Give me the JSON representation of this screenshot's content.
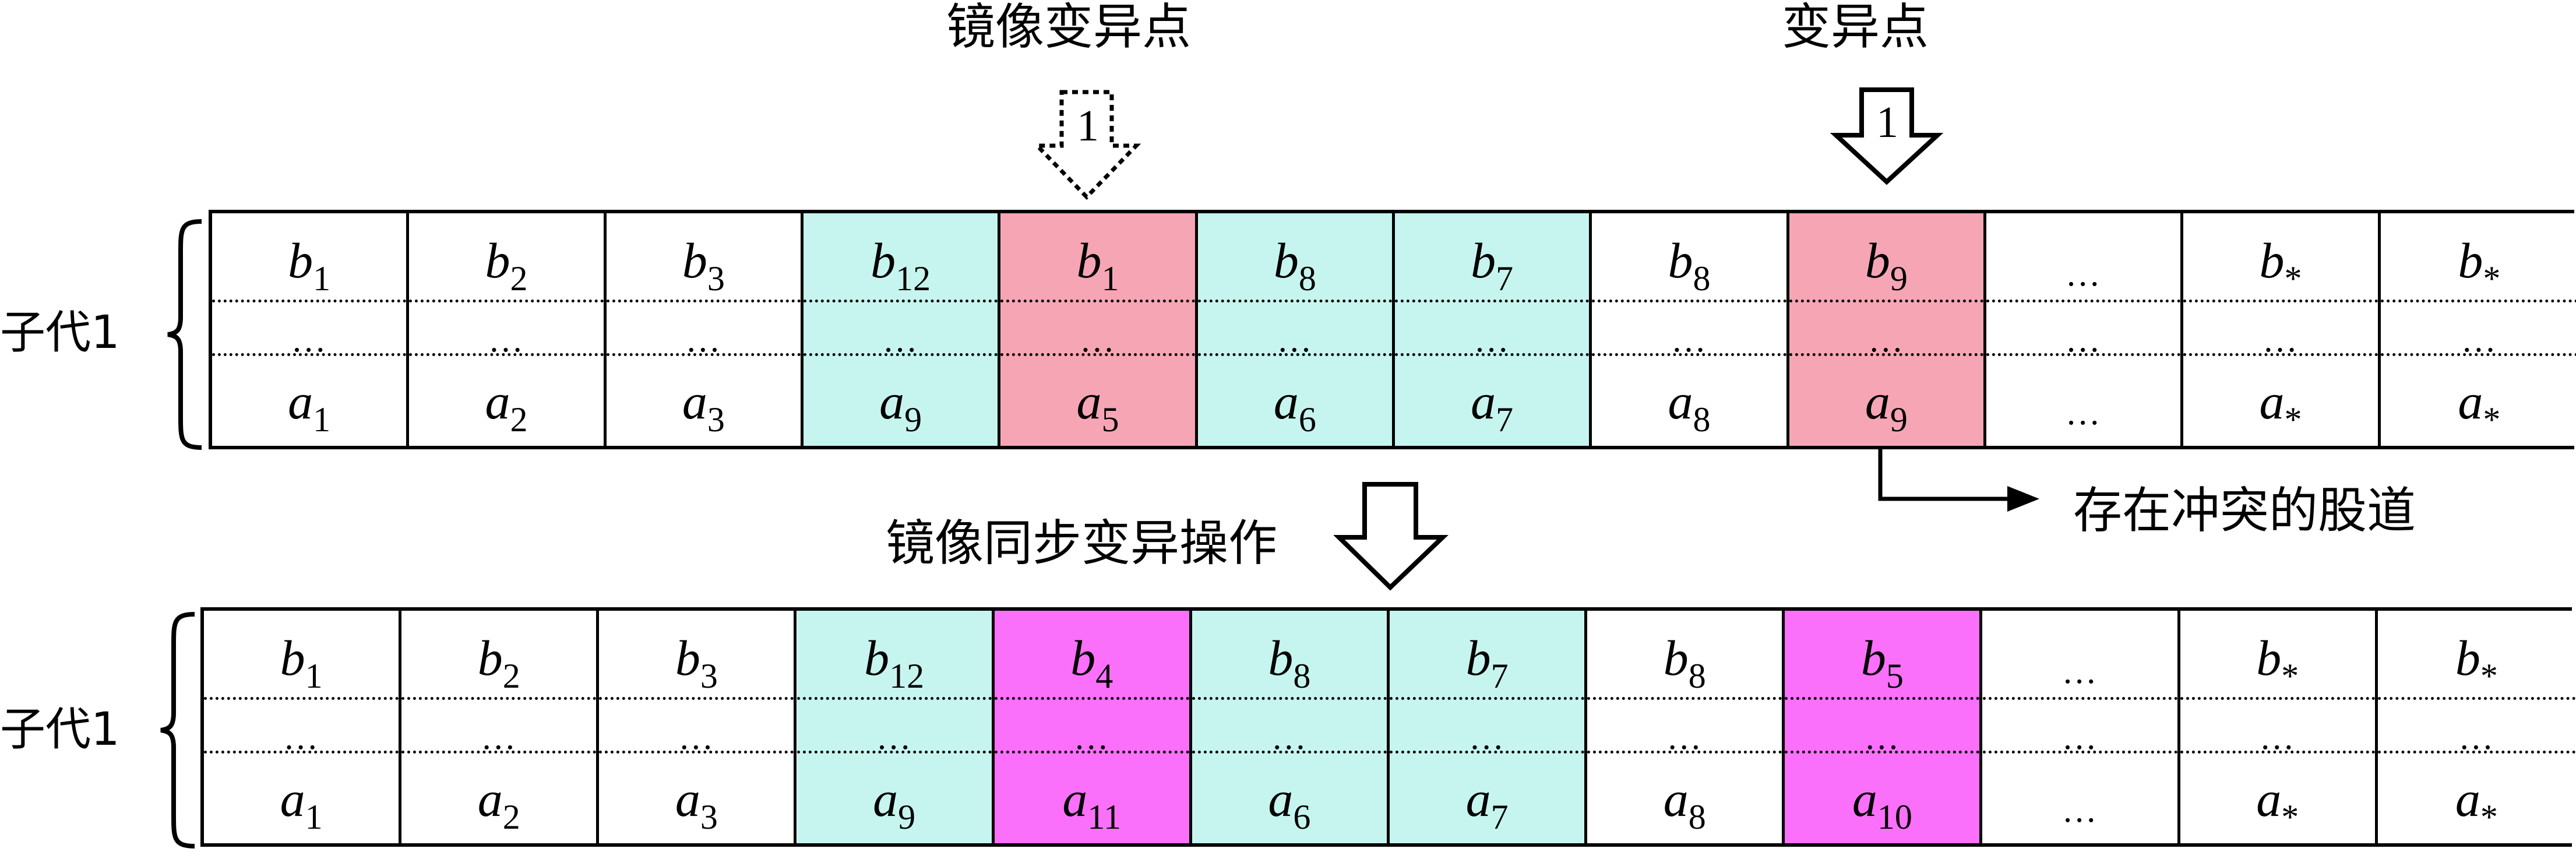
{
  "colors": {
    "teal": "#c6f5ef",
    "pink": "#f6a5b4",
    "magenta": "#fa70fa",
    "white": "#ffffff",
    "line": "#000000"
  },
  "labels": {
    "mirror_point": "镜像变异点",
    "mutation_point": "变异点",
    "mirror_marker": "1",
    "mutation_marker": "1",
    "conflict": "存在冲突的股道",
    "operation": "镜像同步变异操作",
    "child_top": "子代1",
    "child_bottom": "子代1"
  },
  "rows": [
    {
      "name": "child-top",
      "cells": [
        {
          "b": "b",
          "bs": "1",
          "a": "a",
          "as": "1",
          "fill": "white"
        },
        {
          "b": "b",
          "bs": "2",
          "a": "a",
          "as": "2",
          "fill": "white"
        },
        {
          "b": "b",
          "bs": "3",
          "a": "a",
          "as": "3",
          "fill": "white"
        },
        {
          "b": "b",
          "bs": "12",
          "a": "a",
          "as": "9",
          "fill": "teal"
        },
        {
          "b": "b",
          "bs": "1",
          "a": "a",
          "as": "5",
          "fill": "pink"
        },
        {
          "b": "b",
          "bs": "8",
          "a": "a",
          "as": "6",
          "fill": "teal"
        },
        {
          "b": "b",
          "bs": "7",
          "a": "a",
          "as": "7",
          "fill": "teal"
        },
        {
          "b": "b",
          "bs": "8",
          "a": "a",
          "as": "8",
          "fill": "white"
        },
        {
          "b": "b",
          "bs": "9",
          "a": "a",
          "as": "9",
          "fill": "pink"
        },
        {
          "b": "…",
          "bs": "",
          "a": "…",
          "as": "",
          "fill": "white"
        },
        {
          "b": "b",
          "bs": "*",
          "a": "a",
          "as": "*",
          "fill": "white"
        },
        {
          "b": "b",
          "bs": "*",
          "a": "a",
          "as": "*",
          "fill": "white"
        }
      ]
    },
    {
      "name": "child-bottom",
      "cells": [
        {
          "b": "b",
          "bs": "1",
          "a": "a",
          "as": "1",
          "fill": "white"
        },
        {
          "b": "b",
          "bs": "2",
          "a": "a",
          "as": "2",
          "fill": "white"
        },
        {
          "b": "b",
          "bs": "3",
          "a": "a",
          "as": "3",
          "fill": "white"
        },
        {
          "b": "b",
          "bs": "12",
          "a": "a",
          "as": "9",
          "fill": "teal"
        },
        {
          "b": "b",
          "bs": "4",
          "a": "a",
          "as": "11",
          "fill": "magenta"
        },
        {
          "b": "b",
          "bs": "8",
          "a": "a",
          "as": "6",
          "fill": "teal"
        },
        {
          "b": "b",
          "bs": "7",
          "a": "a",
          "as": "7",
          "fill": "teal"
        },
        {
          "b": "b",
          "bs": "8",
          "a": "a",
          "as": "8",
          "fill": "white"
        },
        {
          "b": "b",
          "bs": "5",
          "a": "a",
          "as": "10",
          "fill": "magenta"
        },
        {
          "b": "…",
          "bs": "",
          "a": "…",
          "as": "",
          "fill": "white"
        },
        {
          "b": "b",
          "bs": "*",
          "a": "a",
          "as": "*",
          "fill": "white"
        },
        {
          "b": "b",
          "bs": "*",
          "a": "a",
          "as": "*",
          "fill": "white"
        }
      ]
    }
  ],
  "middle_row": "…"
}
